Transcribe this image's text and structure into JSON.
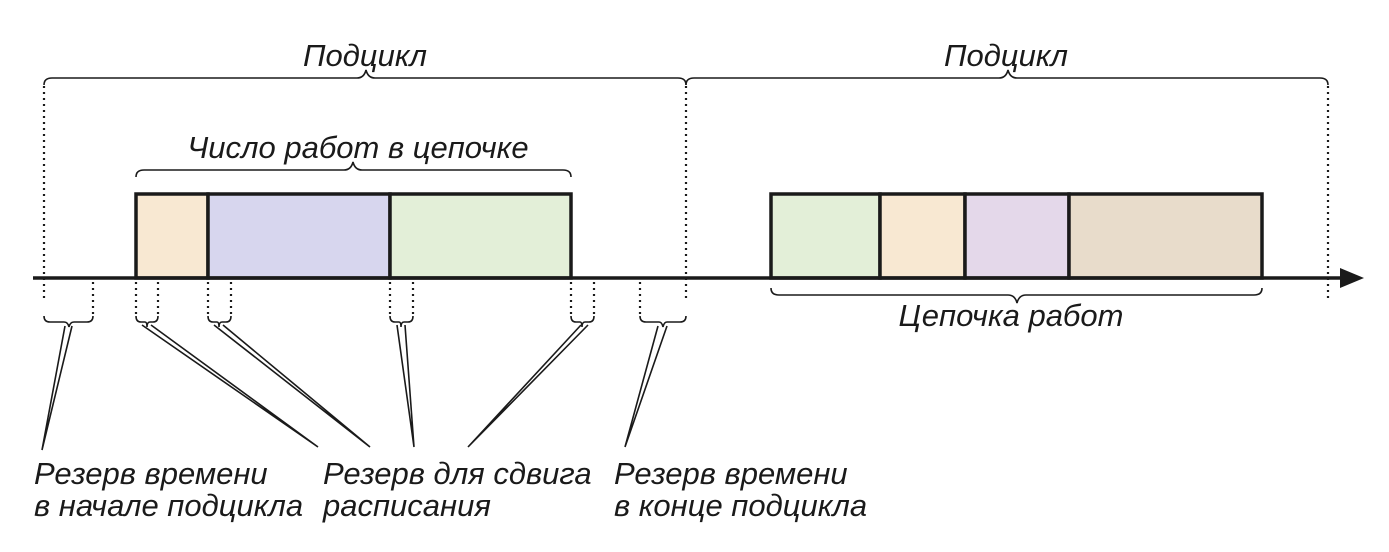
{
  "subcycles": [
    {
      "label": "Подцикл"
    },
    {
      "label": "Подцикл"
    }
  ],
  "chain_count_label": "Число работ в цепочке",
  "chain_label": "Цепочка работ",
  "first_chain_blocks": [
    {
      "color": "#f8e8d2"
    },
    {
      "color": "#d7d6ee"
    },
    {
      "color": "#e3efd8"
    }
  ],
  "second_chain_blocks": [
    {
      "color": "#e3efd8"
    },
    {
      "color": "#f8e8d2"
    },
    {
      "color": "#e4d8ea"
    },
    {
      "color": "#e8dccb"
    }
  ],
  "reserves": {
    "start": {
      "line1": "Резерв времени",
      "line2": "в начале подцикла"
    },
    "shift": {
      "line1": "Резерв для сдвига",
      "line2": "расписания"
    },
    "end": {
      "line1": "Резерв времени",
      "line2": "в конце подцикла"
    }
  },
  "colors": {
    "ink": "#1a1a1a"
  }
}
